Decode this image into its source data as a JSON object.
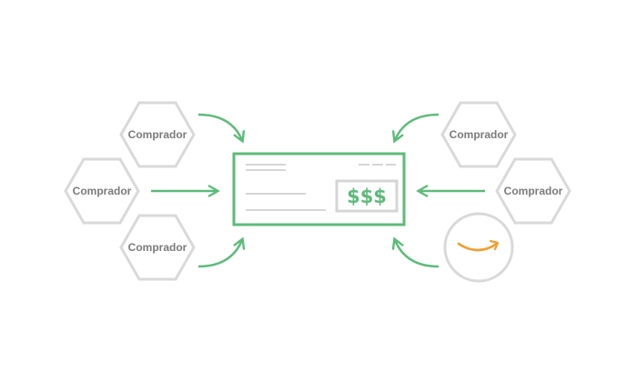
{
  "buyers": {
    "left_top": "Comprador",
    "left_middle": "Comprador",
    "left_bottom": "Comprador",
    "right_top": "Comprador",
    "right_middle": "Comprador"
  },
  "check": {
    "amount": "$$$"
  },
  "icons": {
    "seller": "amazon-smile-icon"
  },
  "colors": {
    "accent_green": "#5dbb7a",
    "neutral_gray": "#d6d6d6",
    "label_gray": "#7a7a7a",
    "amazon_orange": "#f0a030"
  }
}
